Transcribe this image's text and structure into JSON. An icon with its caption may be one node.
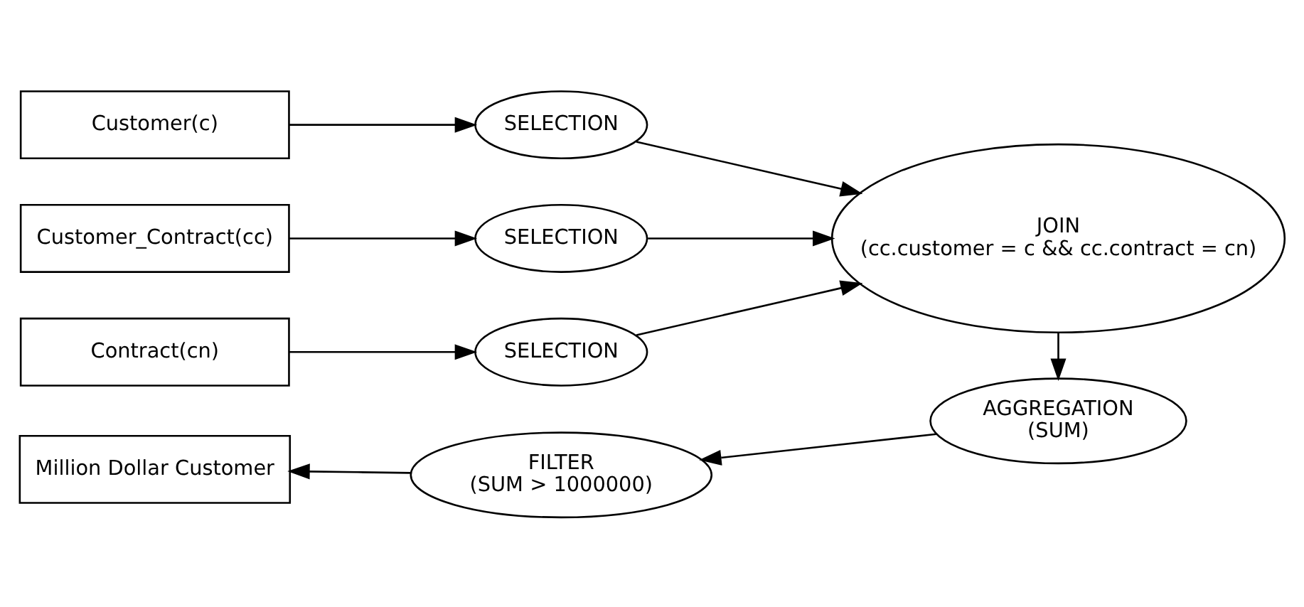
{
  "diagram": {
    "nodes": [
      {
        "text": [
          "Customer(c)"
        ]
      },
      {
        "text": [
          "SELECTION"
        ]
      },
      {
        "text": [
          "Customer_Contract(cc)"
        ]
      },
      {
        "text": [
          "SELECTION"
        ]
      },
      {
        "text": [
          "Contract(cn)"
        ]
      },
      {
        "text": [
          "SELECTION"
        ]
      },
      {
        "text": [
          "JOIN",
          "(cc.customer = c && cc.contract = cn)"
        ]
      },
      {
        "text": [
          "AGGREGATION",
          "(SUM)"
        ]
      },
      {
        "text": [
          "FILTER",
          "(SUM > 1000000)"
        ]
      },
      {
        "text": [
          "Million Dollar Customer"
        ]
      }
    ],
    "edges": [
      {
        "from": 0,
        "to": 1,
        "arrow": "to"
      },
      {
        "from": 1,
        "to": 6,
        "arrow": "to"
      },
      {
        "from": 2,
        "to": 3,
        "arrow": "to"
      },
      {
        "from": 3,
        "to": 6,
        "arrow": "to"
      },
      {
        "from": 4,
        "to": 5,
        "arrow": "to"
      },
      {
        "from": 5,
        "to": 6,
        "arrow": "to"
      },
      {
        "from": 6,
        "to": 7,
        "arrow": "to"
      },
      {
        "from": 7,
        "to": 8,
        "arrow": "to"
      },
      {
        "from": 8,
        "to": 9,
        "arrow": "to"
      }
    ]
  }
}
